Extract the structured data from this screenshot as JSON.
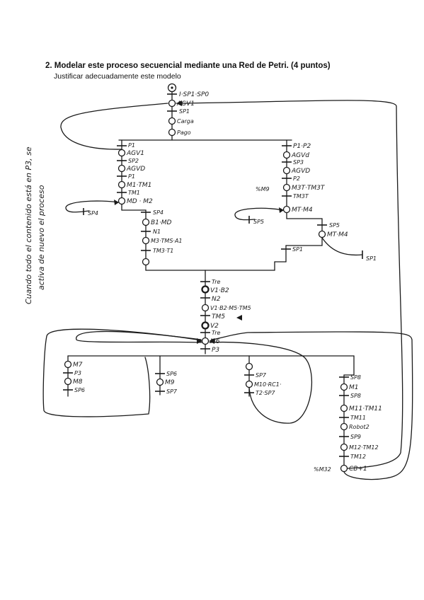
{
  "header": {
    "title": "2. Modelar este proceso secuencial mediante una Red de Petri. (4 puntos)",
    "instruction": "Justificar adecuadamente este modelo"
  },
  "side_note": [
    "Cuando todo el contenido está en P3, se",
    "activa de nuevo el proceso"
  ],
  "net": {
    "top": {
      "t0": "I·SP1·SP0",
      "p0": "AGV1",
      "t1": "SP1",
      "p1": "Carga",
      "p2": "Pago"
    },
    "left": {
      "t_in": "P1",
      "p1": "AGV1",
      "t2": "SP2",
      "p2": "AGVD",
      "t3": "P1",
      "p3": "M1·TM1",
      "t4": "TM1",
      "p4": "MD · M2",
      "t_loop": "SP4",
      "t5": "SP4",
      "p5": "B1·MD",
      "t6": "N1",
      "p6": "M3·TMS·A1",
      "t7": "TM3·T1"
    },
    "right": {
      "t_in": "P1·P2",
      "p1": "AGVd",
      "t2": "SP3",
      "p2": "AGVD",
      "t3": "P2",
      "side": "%M9",
      "p3": "M3T·TM3T",
      "t4": "TM3T",
      "p4": "MT·M4",
      "t_loop": "SP5",
      "t5": "SP5",
      "p5": "MT·M4",
      "t6": "SP1",
      "t_loop2": "SP1"
    },
    "center": {
      "t1": "Tre",
      "p1": "V1·B2",
      "t2": "N2",
      "p2": "V1·B2·M5·TM5",
      "t3": "TM5",
      "p3": "V2",
      "t4": "Tre",
      "p4": "M6",
      "t5": "P3"
    },
    "branches": {
      "a": {
        "p1": "M7",
        "t1": "P3",
        "p2": "M8",
        "t2": "SP6"
      },
      "b": {
        "t1": "SP6",
        "p1": "M9",
        "t2": "SP7"
      },
      "c": {
        "t1": "SP7",
        "p1": "M10·RC1·",
        "t2": "T2·SP7"
      },
      "d": {
        "t1": "SP8",
        "p1": "M1",
        "t2": "SP8",
        "p2": "M11·TM11",
        "t3": "TM11",
        "p3": "Robot2",
        "t4": "SP9",
        "p4": "M12·TM12",
        "t5": "TM12",
        "side": "%M32",
        "p5": "CB+1"
      }
    }
  }
}
